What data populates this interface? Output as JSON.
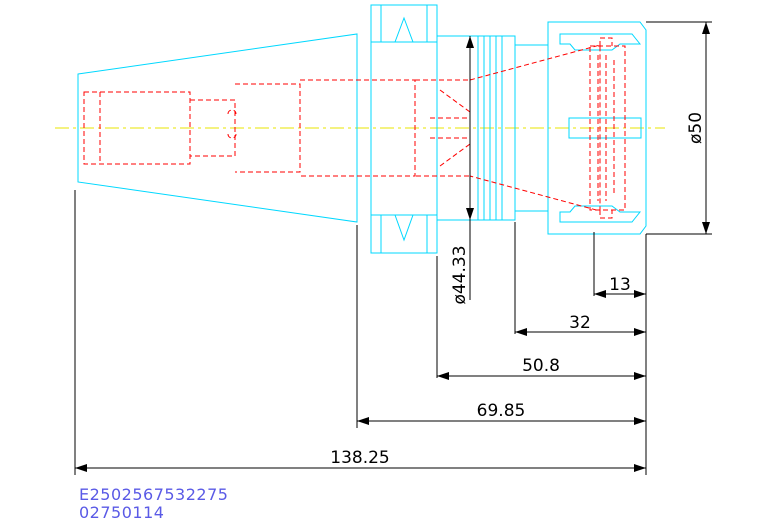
{
  "dimensions": {
    "d50": "ø50",
    "d4433": "ø44.33",
    "l13": "13",
    "l32": "32",
    "l508": "50.8",
    "l6985": "69.85",
    "l13825": "138.25"
  },
  "part_code": {
    "line1": "E2502567532275",
    "line2": "02750114"
  },
  "colors": {
    "outline": "#00d8ff",
    "hidden": "#ff0000",
    "centerline": "#e8e400",
    "dimension": "#000000",
    "code": "#5a5ae6"
  }
}
